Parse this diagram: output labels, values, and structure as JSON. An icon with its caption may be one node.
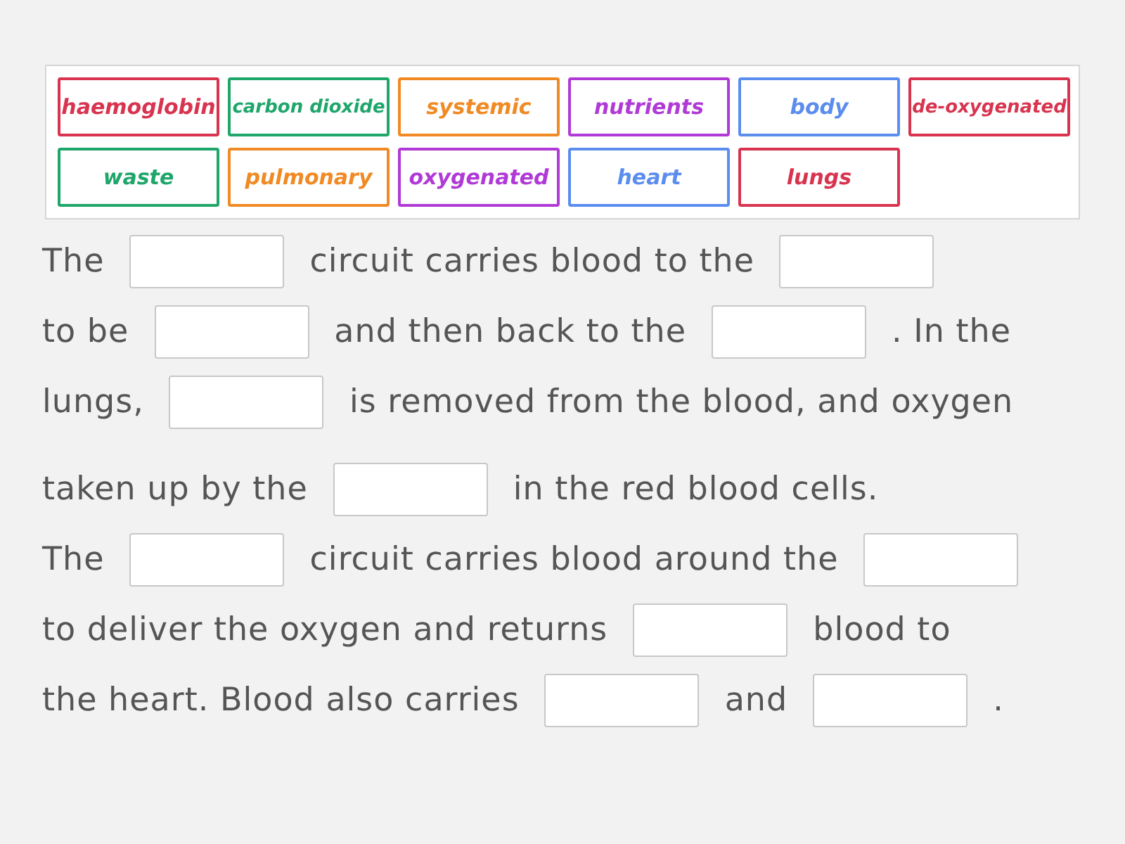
{
  "diagram": {
    "nodes": [
      {
        "text": [
          "haemoglobin"
        ]
      },
      {
        "text": [
          "carbon dioxide"
        ]
      },
      {
        "text": [
          "systemic"
        ]
      },
      {
        "text": [
          "nutrients"
        ]
      },
      {
        "text": [
          "body"
        ]
      },
      {
        "text": [
          "de-oxygenated"
        ]
      },
      {
        "text": [
          "waste"
        ]
      },
      {
        "text": [
          "pulmonary"
        ]
      },
      {
        "text": [
          "oxygenated"
        ]
      },
      {
        "text": [
          "heart"
        ]
      },
      {
        "text": [
          "lungs"
        ]
      },
      {
        "text": [],
        "shape": "box"
      },
      {
        "text": [],
        "shape": "box"
      },
      {
        "text": [],
        "shape": "box"
      },
      {
        "text": [],
        "shape": "box"
      },
      {
        "text": [],
        "shape": "box"
      },
      {
        "text": [],
        "shape": "box"
      },
      {
        "text": [],
        "shape": "box"
      },
      {
        "text": [],
        "shape": "box"
      },
      {
        "text": [],
        "shape": "box"
      },
      {
        "text": [],
        "shape": "box"
      },
      {
        "text": [],
        "shape": "box"
      }
    ],
    "edges": [],
    "labels": [
      "The",
      "circuit carries blood to the",
      "to be",
      "and then back to the",
      ". In the",
      "lungs,",
      "is removed from the blood, and oxygen",
      "taken up by the",
      "in the red blood cells.",
      "The",
      "circuit carries blood around the",
      "to deliver the oxygen and returns",
      "blood to",
      "the heart. Blood also carries",
      "and",
      "."
    ]
  }
}
